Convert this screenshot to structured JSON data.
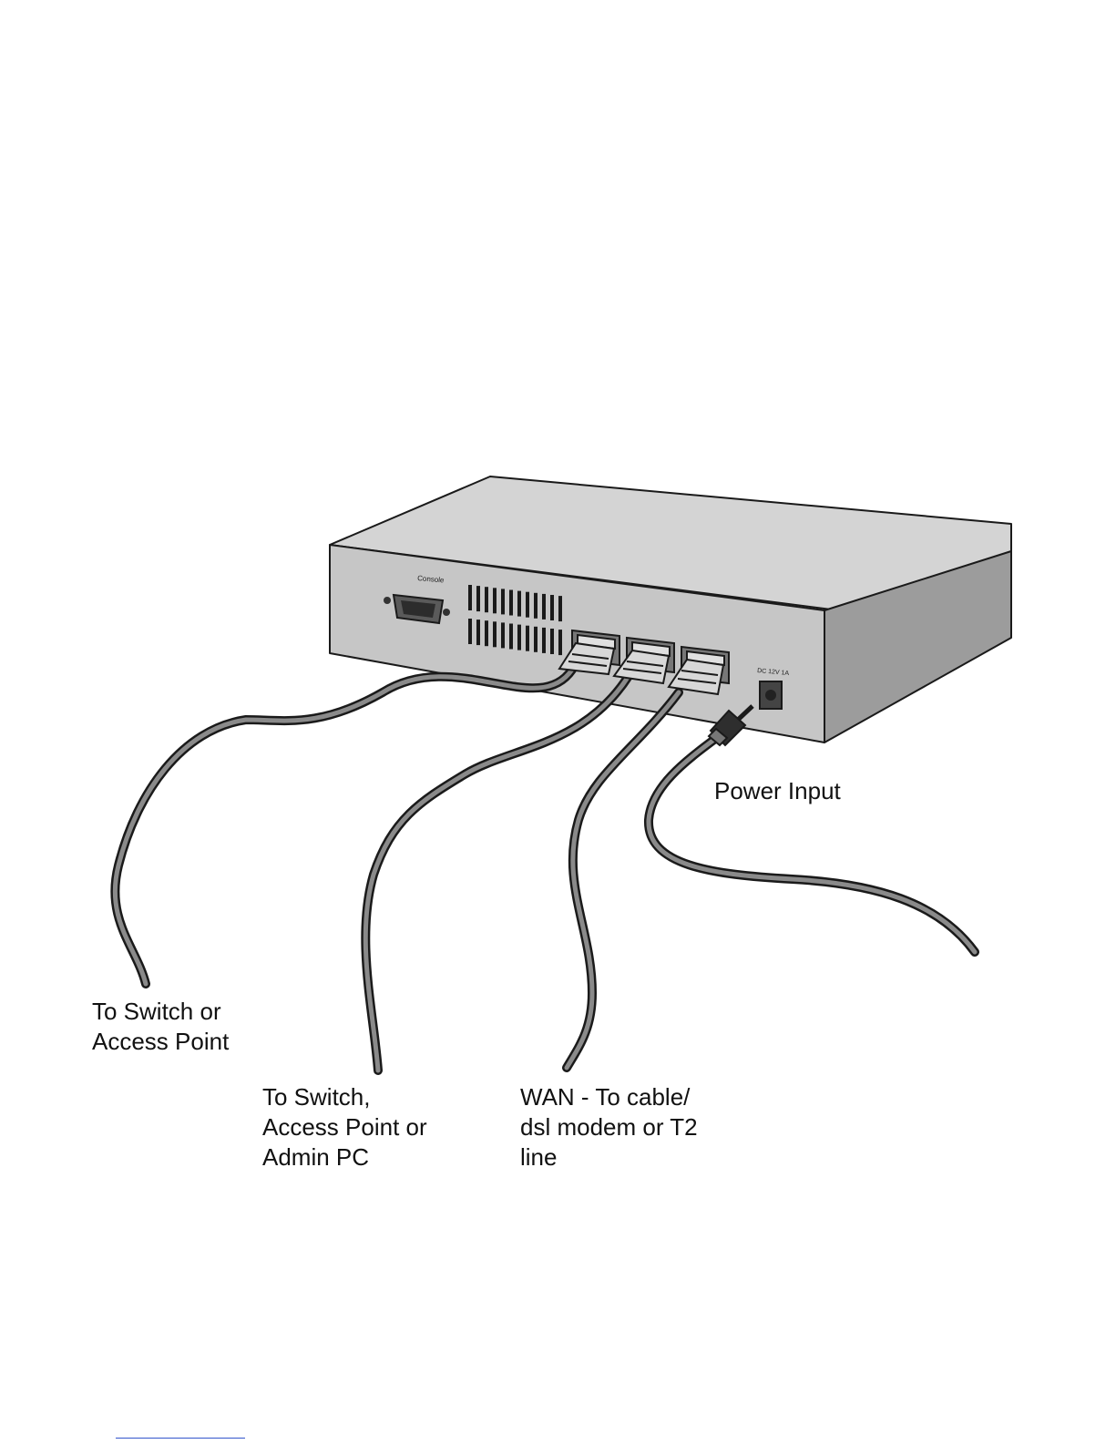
{
  "figure": {
    "device_labels": {
      "console": "Console",
      "power_rating": "DC 12V 1A"
    },
    "callouts": {
      "power": "Power Input",
      "port1": "To Switch or\nAccess Point",
      "port2": "To Switch,\nAccess Point or\nAdmin PC",
      "wan": "WAN -  To cable/\ndsl modem or T2\nline"
    },
    "icons": [
      "router-icon",
      "console-port-icon",
      "ethernet-port-icon",
      "rj45-plug-icon",
      "power-jack-icon",
      "power-plug-icon"
    ],
    "colors": {
      "device_top": "#d4d4d4",
      "device_front": "#c6c6c6",
      "device_side": "#9c9c9c",
      "outline": "#1a1a1a",
      "cable": "#808080"
    }
  }
}
